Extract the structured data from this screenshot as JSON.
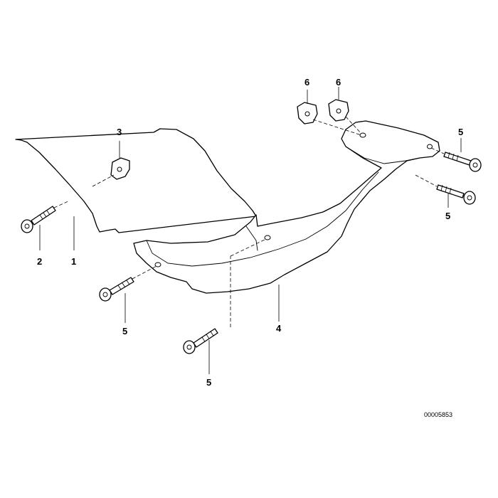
{
  "callouts": {
    "bracket_left": "1",
    "bolt_bracket": "2",
    "clip_left": "3",
    "guard_main": "4",
    "bolt_lower_left": "5",
    "bolt_lower_center": "5",
    "bolt_right_upper": "5",
    "bolt_right_lower": "5",
    "clip_top_left": "6",
    "clip_top_right": "6"
  },
  "document_number": "00005853"
}
